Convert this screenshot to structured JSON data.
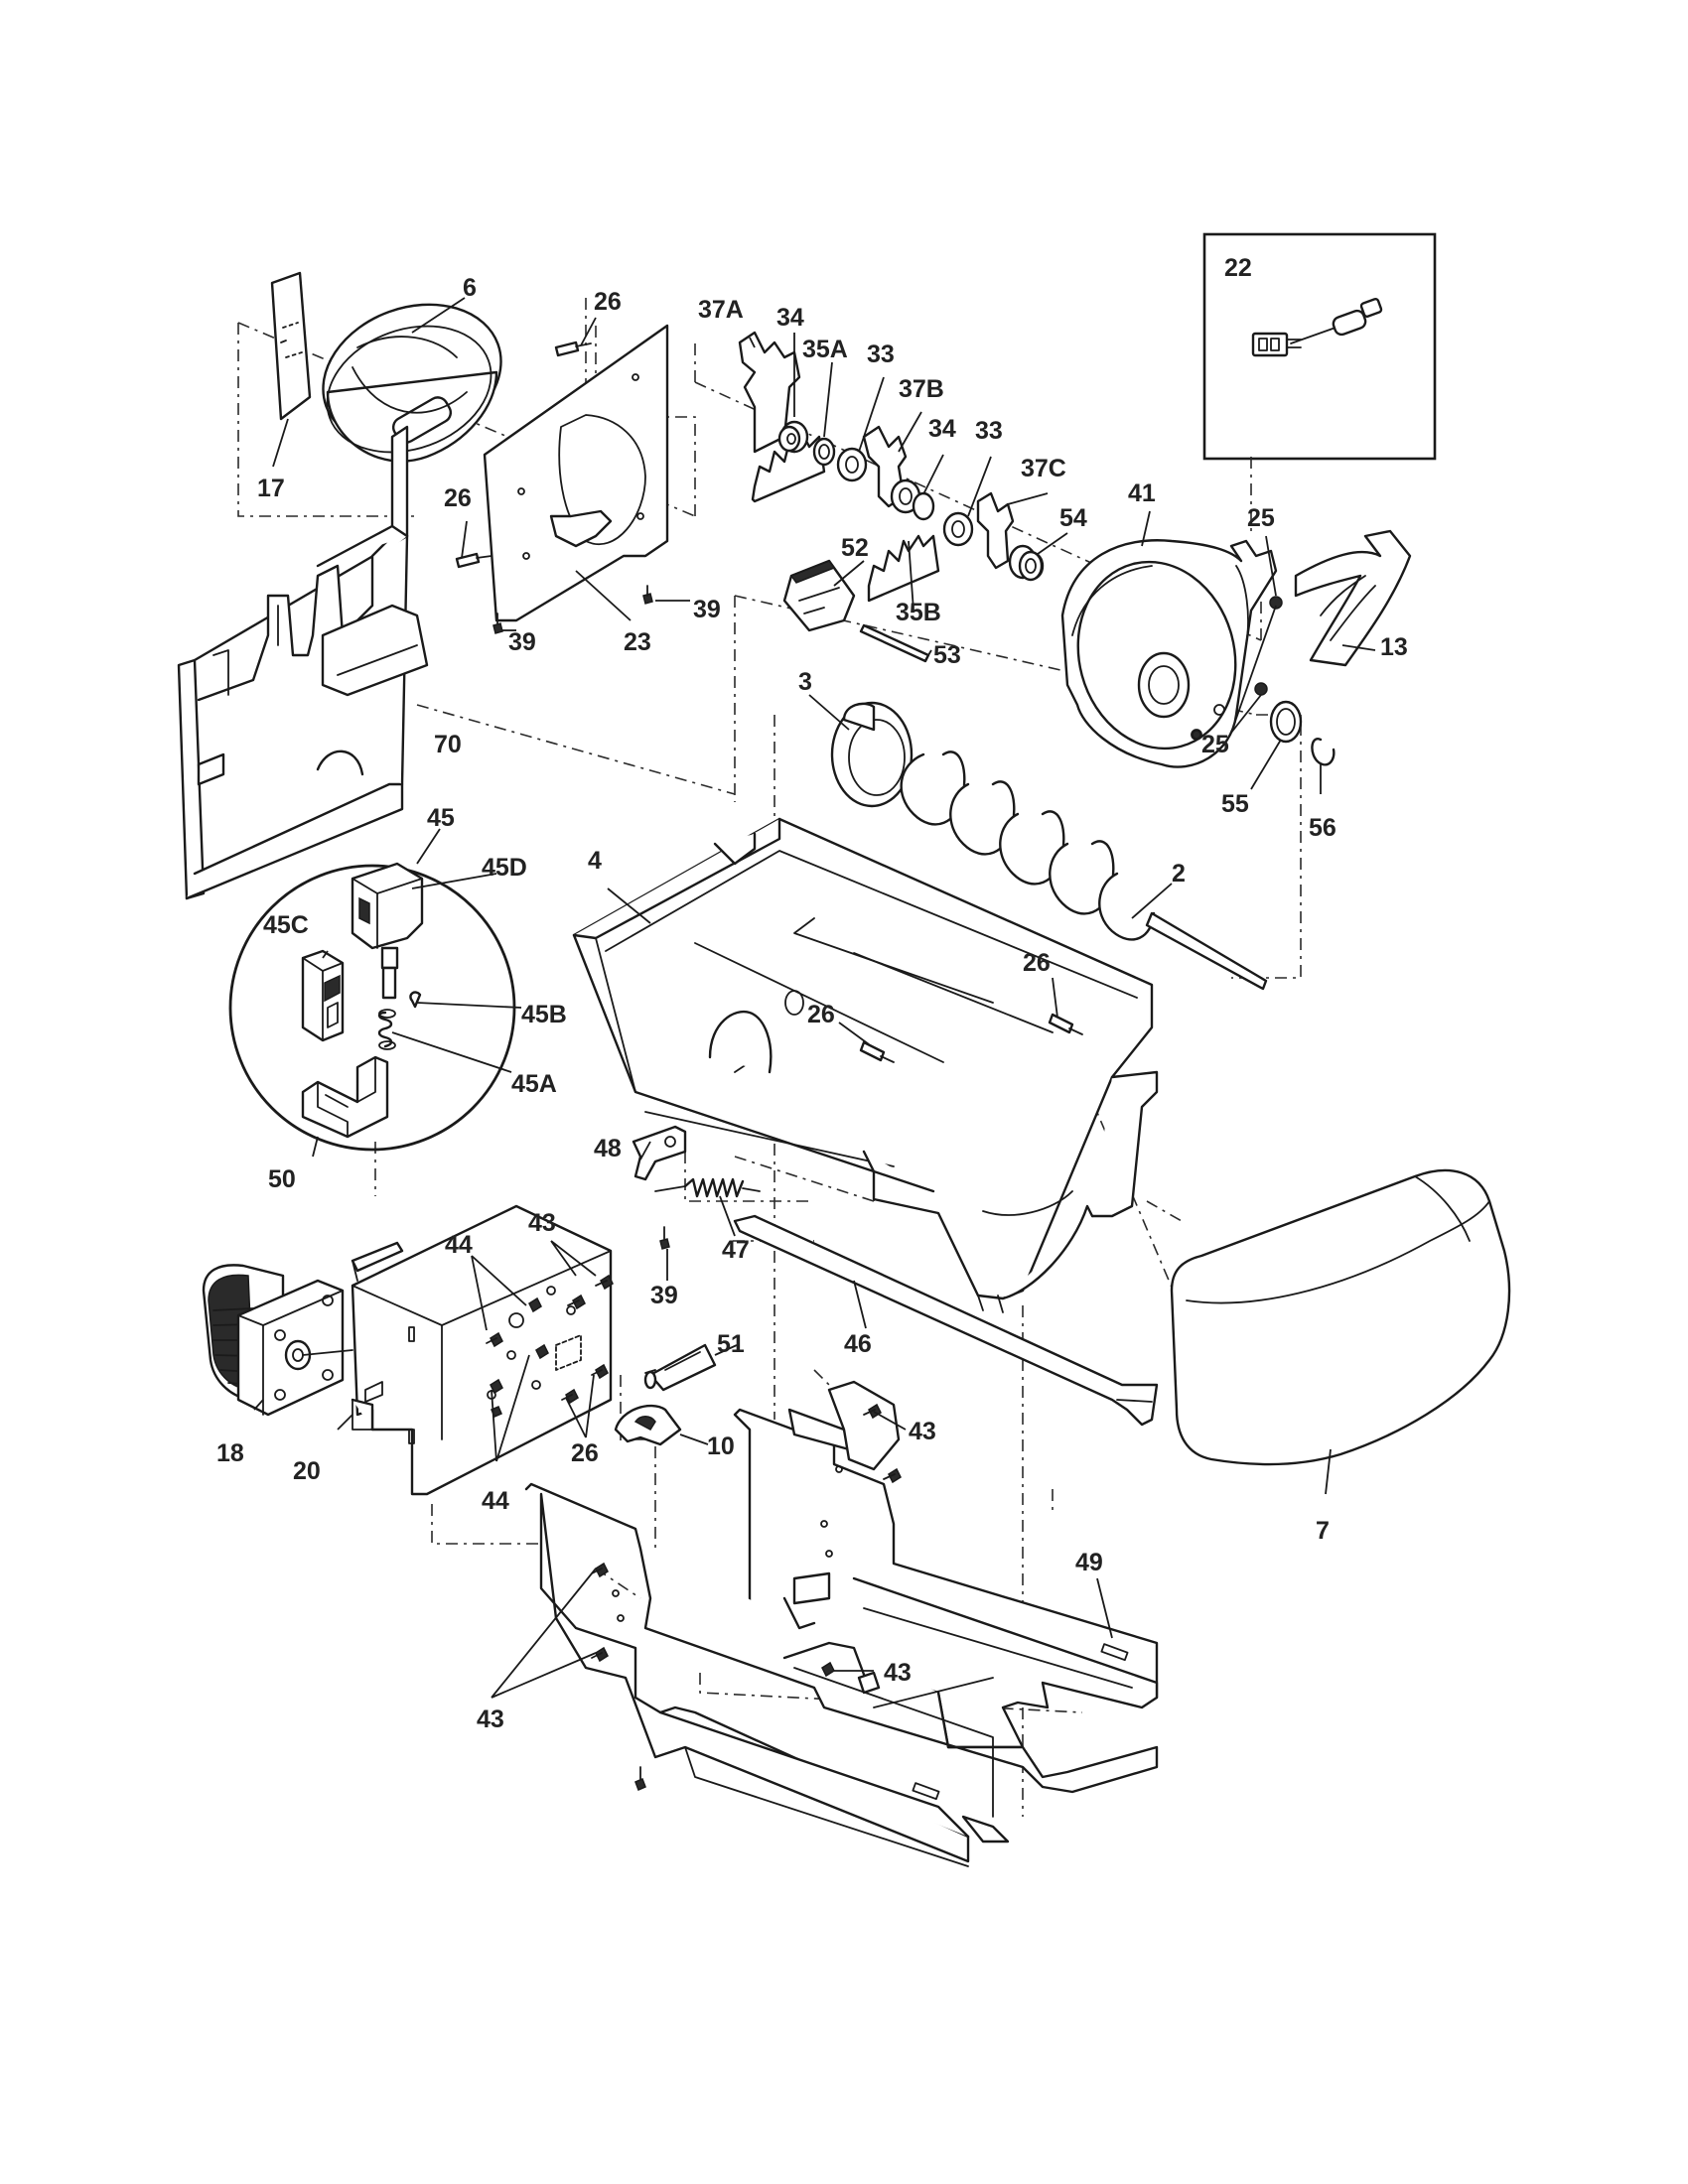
{
  "diagram": {
    "callouts": [
      {
        "id": "c22",
        "text": "22"
      },
      {
        "id": "c6",
        "text": "6"
      },
      {
        "id": "c26a",
        "text": "26"
      },
      {
        "id": "c37A",
        "text": "37A"
      },
      {
        "id": "c34a",
        "text": "34"
      },
      {
        "id": "c35A",
        "text": "35A"
      },
      {
        "id": "c33a",
        "text": "33"
      },
      {
        "id": "c37B",
        "text": "37B"
      },
      {
        "id": "c34b",
        "text": "34"
      },
      {
        "id": "c33b",
        "text": "33"
      },
      {
        "id": "c37C",
        "text": "37C"
      },
      {
        "id": "c17",
        "text": "17"
      },
      {
        "id": "c26b",
        "text": "26"
      },
      {
        "id": "c41",
        "text": "41"
      },
      {
        "id": "c54",
        "text": "54"
      },
      {
        "id": "c25a",
        "text": "25"
      },
      {
        "id": "c52",
        "text": "52"
      },
      {
        "id": "c39a",
        "text": "39"
      },
      {
        "id": "c39b",
        "text": "39"
      },
      {
        "id": "c23",
        "text": "23"
      },
      {
        "id": "c35B",
        "text": "35B"
      },
      {
        "id": "c13",
        "text": "13"
      },
      {
        "id": "c53",
        "text": "53"
      },
      {
        "id": "c3",
        "text": "3"
      },
      {
        "id": "c25b",
        "text": "25"
      },
      {
        "id": "c70",
        "text": "70"
      },
      {
        "id": "c55",
        "text": "55"
      },
      {
        "id": "c56",
        "text": "56"
      },
      {
        "id": "c45",
        "text": "45"
      },
      {
        "id": "c4",
        "text": "4"
      },
      {
        "id": "c45D",
        "text": "45D"
      },
      {
        "id": "c2",
        "text": "2"
      },
      {
        "id": "c45C",
        "text": "45C"
      },
      {
        "id": "c26c",
        "text": "26"
      },
      {
        "id": "c45B",
        "text": "45B"
      },
      {
        "id": "c26d",
        "text": "26"
      },
      {
        "id": "c45A",
        "text": "45A"
      },
      {
        "id": "c48",
        "text": "48"
      },
      {
        "id": "c50",
        "text": "50"
      },
      {
        "id": "c43a",
        "text": "43"
      },
      {
        "id": "c44a",
        "text": "44"
      },
      {
        "id": "c47",
        "text": "47"
      },
      {
        "id": "c39c",
        "text": "39"
      },
      {
        "id": "c46",
        "text": "46"
      },
      {
        "id": "c51",
        "text": "51"
      },
      {
        "id": "c10",
        "text": "10"
      },
      {
        "id": "c43b",
        "text": "43"
      },
      {
        "id": "c18",
        "text": "18"
      },
      {
        "id": "c20",
        "text": "20"
      },
      {
        "id": "c26e",
        "text": "26"
      },
      {
        "id": "c44b",
        "text": "44"
      },
      {
        "id": "c7",
        "text": "7"
      },
      {
        "id": "c49",
        "text": "49"
      },
      {
        "id": "c43c",
        "text": "43"
      },
      {
        "id": "c43d",
        "text": "43"
      }
    ]
  }
}
